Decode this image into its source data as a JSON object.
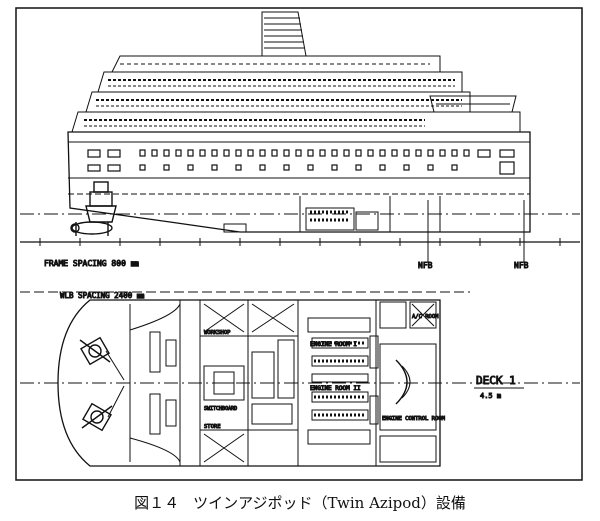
{
  "labels": {
    "frame_spacing": "FRAME SPACING 800 ㎜",
    "wlb_spacing": "WLB SPACING 2400 ㎜",
    "nfb_left": "NFB",
    "nfb_right": "NFB",
    "deck_title": "DECK 1",
    "deck_subtitle": "4.5 m",
    "engine_room_1": "ENGINE ROOM I",
    "engine_room_2": "ENGINE ROOM II",
    "engine_control": "ENGINE CONTROL ROOM",
    "workshop": "WORKSHOP",
    "store": "STORE",
    "switchboard": "SWITCHBOARD",
    "ac_room": "A/C ROOM"
  },
  "caption": {
    "figure_number": "図１４",
    "title": "ツインアジポッド（Twin Azipod）設備"
  },
  "colors": {
    "ink": "#111111",
    "paper": "#ffffff"
  }
}
